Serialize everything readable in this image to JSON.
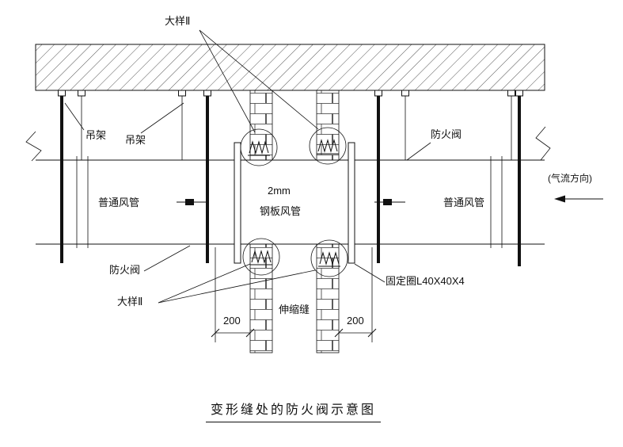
{
  "title": "变形缝处的防火阀示意图",
  "labels": {
    "detail_top": "大样Ⅱ",
    "hanger_1": "吊架",
    "hanger_2": "吊架",
    "fire_damper_right": "防火阀",
    "airflow_direction": "(气流方向)",
    "duct_left": "普通风管",
    "steel_duct_thickness": "2mm",
    "steel_duct": "钢板风管",
    "duct_right": "普通风管",
    "fire_damper_left": "防火阀",
    "detail_bottom": "大样Ⅱ",
    "fixing_ring": "固定圈L40X40X4",
    "expansion_joint": "伸缩缝",
    "dim_left": "200",
    "dim_right": "200"
  }
}
